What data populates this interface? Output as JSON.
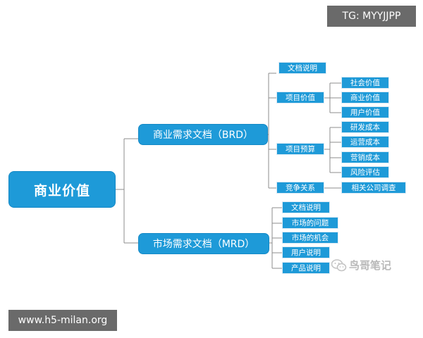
{
  "watermarks": {
    "top_right": "TG: MYYJJPP",
    "bottom_left": "www.h5-milan.org",
    "wechat": "鸟哥笔记"
  },
  "root": "商业价值",
  "brd": {
    "label": "商业需求文档（BRD）",
    "doc_desc": "文档说明",
    "project_value": {
      "label": "项目价值",
      "children": [
        "社会价值",
        "商业价值",
        "用户价值"
      ]
    },
    "project_budget": {
      "label": "项目预算",
      "children": [
        "研发成本",
        "运营成本",
        "营销成本",
        "风险评估"
      ]
    },
    "competition": {
      "label": "竞争关系",
      "child": "相关公司调查"
    }
  },
  "mrd": {
    "label": "市场需求文档（MRD）",
    "children": [
      "文档说明",
      "市场的问题",
      "市场的机会",
      "用户说明",
      "产品说明"
    ]
  },
  "colors": {
    "node_fill": "#1e9ad8",
    "connector": "#8c8c8c",
    "badge": "#6a6a6a"
  }
}
